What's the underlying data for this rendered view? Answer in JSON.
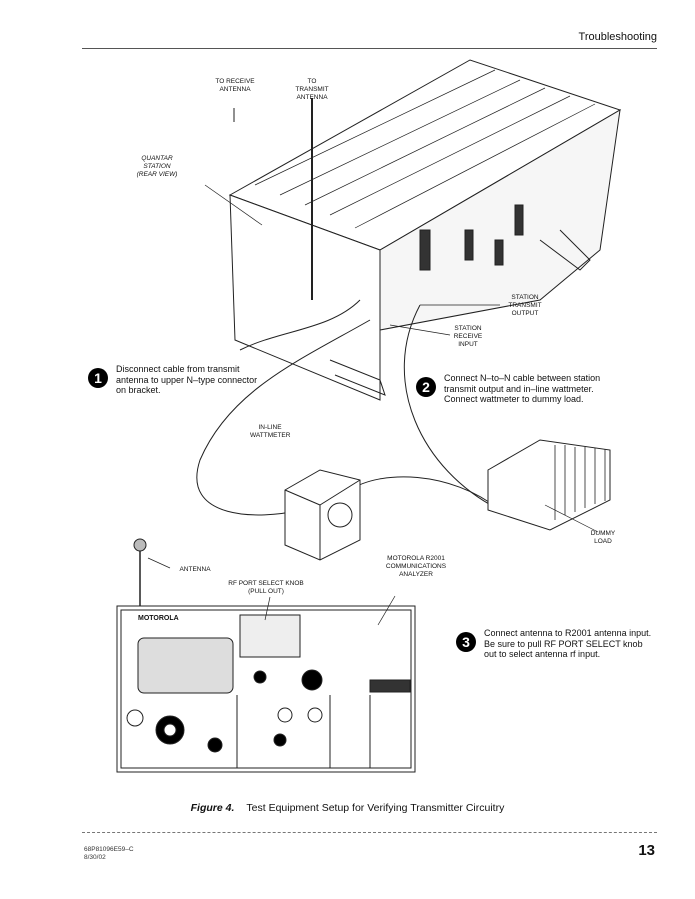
{
  "header": {
    "section": "Troubleshooting"
  },
  "labels": {
    "receive_antenna": "TO RECEIVE ANTENNA",
    "transmit_antenna": "TO TRANSMIT ANTENNA",
    "station": "QUANTAR STATION (REAR VIEW)",
    "transmit_output": "STATION TRANSMIT OUTPUT",
    "receive_input": "STATION RECEIVE INPUT",
    "wattmeter": "IN-LINE WATTMETER",
    "dummy_load": "DUMMY LOAD",
    "antenna": "ANTENNA",
    "rf_port_knob": "RF PORT SELECT KNOB (PULL OUT)",
    "analyzer": "MOTOROLA R2001 COMMUNICATIONS ANALYZER",
    "analyzer_brand": "MOTOROLA"
  },
  "steps": [
    {
      "number": "1",
      "text": "Disconnect cable from transmit antenna to upper N–type connector on bracket."
    },
    {
      "number": "2",
      "text": "Connect N–to–N cable between station transmit output and in–line wattmeter. Connect wattmeter to dummy load."
    },
    {
      "number": "3",
      "text": "Connect antenna to R2001 antenna input. Be sure to pull RF PORT SELECT knob out to select antenna rf input."
    }
  ],
  "caption": {
    "figure": "Figure 4.",
    "title": "Test Equipment Setup for Verifying Transmitter Circuitry"
  },
  "footer": {
    "doc_number": "68P81096E59–C",
    "date": "8/30/02",
    "page": "13"
  }
}
